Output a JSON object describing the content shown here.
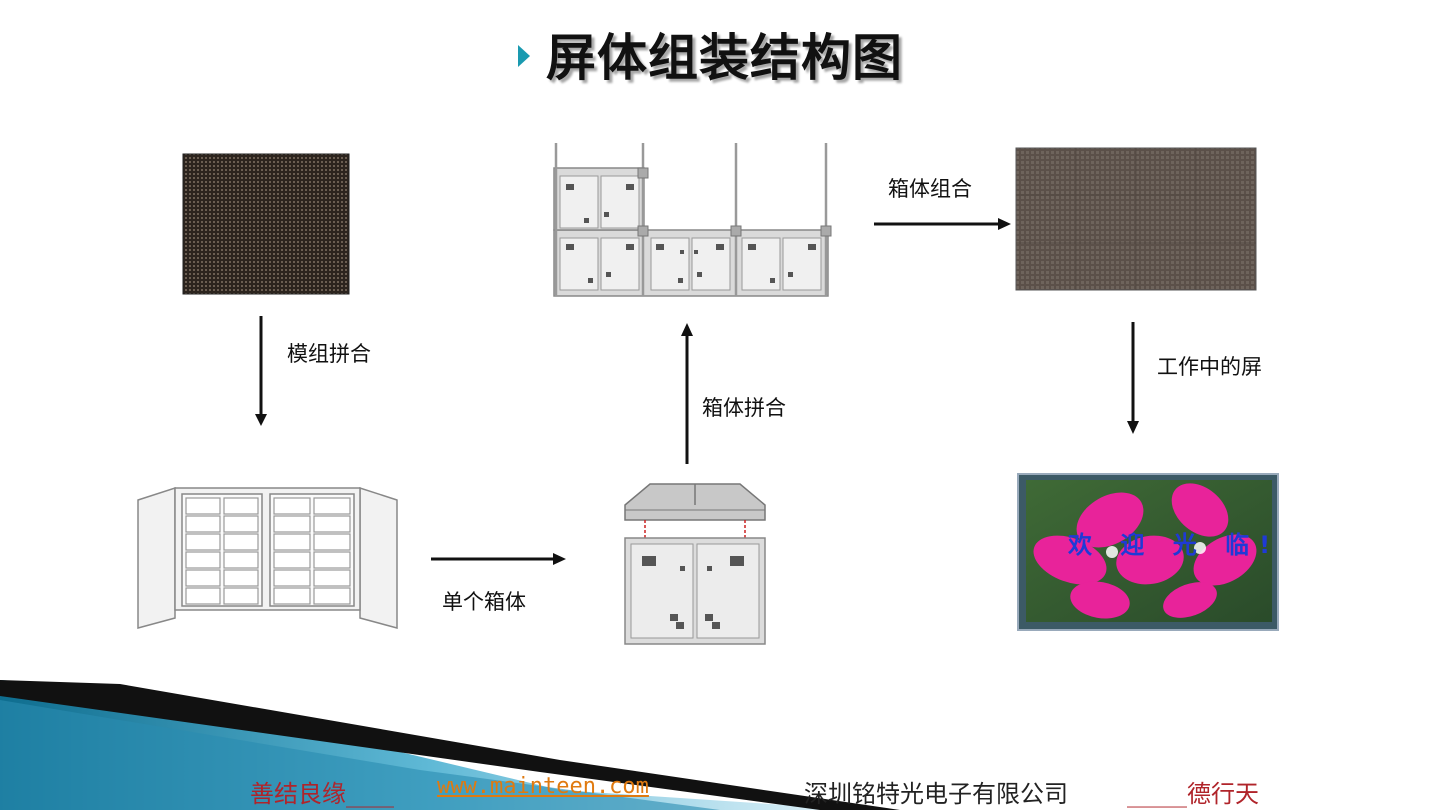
{
  "title": "屏体组装结构图",
  "steps": {
    "module_splice": "模组拼合",
    "single_cabinet": "单个箱体",
    "cabinet_splice": "箱体拼合",
    "cabinet_combine": "箱体组合",
    "working_screen": "工作中的屏"
  },
  "screen_message": "欢 迎 光 临!",
  "footer": {
    "left": "善结良缘____",
    "url": "www.mainteen.com",
    "company": "深圳铭特光电子有限公司",
    "motto": "_____德行天"
  },
  "colors": {
    "accent": "#1a9ab0",
    "footer_red": "#b0242a",
    "footer_orange": "#e07a10",
    "welcome_blue": "#1f3ad6"
  }
}
